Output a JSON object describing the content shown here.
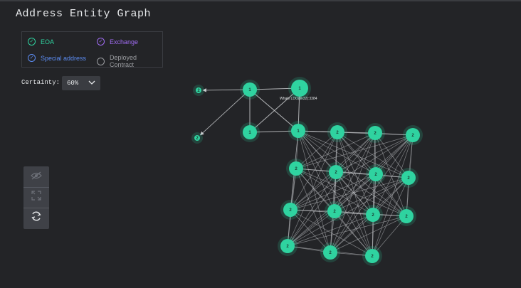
{
  "title": "Address Entity Graph",
  "legend": {
    "items": [
      {
        "label": "EOA",
        "color": "#2fd3a0",
        "checked": true
      },
      {
        "label": "Exchange",
        "color": "#a06cf3",
        "checked": true
      },
      {
        "label": "Special address",
        "color": "#5c8cf2",
        "checked": true
      },
      {
        "label": "Deployed Contract",
        "color": "#9a9ca0",
        "checked": false
      }
    ]
  },
  "certainty": {
    "label": "Certainty:",
    "value": "60%",
    "icon": "chevron-down-icon"
  },
  "toolbar": {
    "icons": [
      "eye-slash-icon",
      "expand-icon",
      "refresh-icon"
    ]
  },
  "graph": {
    "node_color": "#2fd3a0",
    "edge_color": "#c9cbce",
    "edge_label": "Whale LDO(9k32):3384",
    "nodes": [
      {
        "id": "a1",
        "label": "2"
      },
      {
        "id": "a2",
        "label": "2"
      },
      {
        "id": "b1",
        "label": "1"
      },
      {
        "id": "b2",
        "label": "1"
      },
      {
        "id": "b3",
        "label": "1"
      },
      {
        "id": "b4",
        "label": "1"
      },
      {
        "id": "c1",
        "label": "2"
      },
      {
        "id": "c2",
        "label": "2"
      },
      {
        "id": "c3",
        "label": "2"
      },
      {
        "id": "c4",
        "label": "2"
      },
      {
        "id": "c5",
        "label": "2"
      },
      {
        "id": "c6",
        "label": "2"
      },
      {
        "id": "c7",
        "label": "2"
      },
      {
        "id": "c8",
        "label": "2"
      },
      {
        "id": "c9",
        "label": "2"
      },
      {
        "id": "c10",
        "label": "2"
      },
      {
        "id": "c11",
        "label": "2"
      },
      {
        "id": "c12",
        "label": "2"
      },
      {
        "id": "c13",
        "label": "2"
      },
      {
        "id": "c14",
        "label": "2"
      },
      {
        "id": "c15",
        "label": "2"
      },
      {
        "id": "c16",
        "label": "2"
      }
    ]
  }
}
